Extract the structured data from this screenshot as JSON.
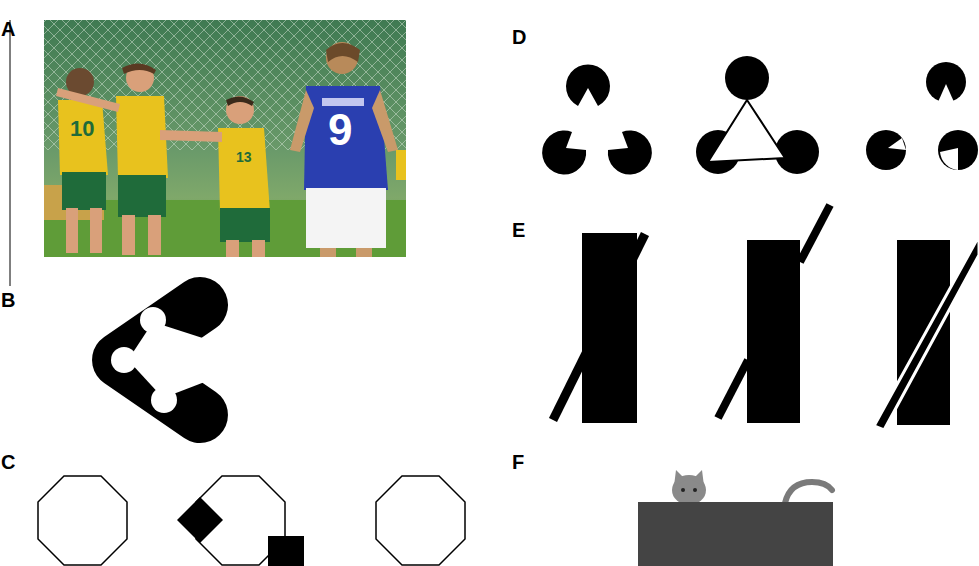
{
  "diagram": {
    "labels": [
      "A",
      "B",
      "C",
      "D",
      "E",
      "F",
      "10",
      "13",
      "9"
    ]
  }
}
